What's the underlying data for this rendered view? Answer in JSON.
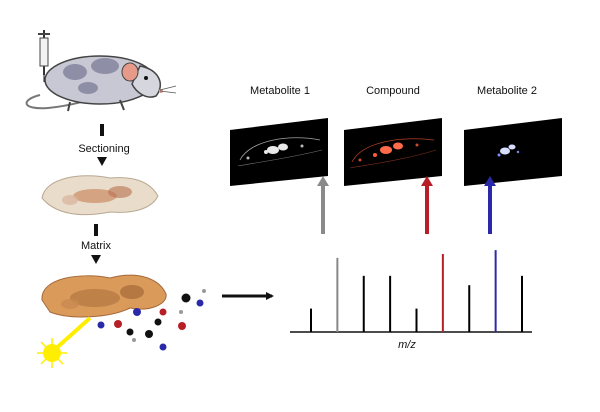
{
  "workflow": {
    "step_sectioning": "Sectioning",
    "step_matrix": "Matrix"
  },
  "images": {
    "metabolite_1": {
      "title": "Metabolite 1",
      "glow": "#e8e8e8"
    },
    "compound": {
      "title": "Compound",
      "glow": "#ff5a3a"
    },
    "metabolite_2": {
      "title": "Metabolite 2",
      "glow": "#7d8cff"
    }
  },
  "spectrum": {
    "axis_label": "m/z",
    "peaks": [
      {
        "id": "p1",
        "mz": 1,
        "intensity": 0.3,
        "color": "#000000"
      },
      {
        "id": "p2",
        "mz": 2,
        "intensity": 0.95,
        "color": "#888888",
        "link": "metabolite_1"
      },
      {
        "id": "p3",
        "mz": 3,
        "intensity": 0.72,
        "color": "#000000"
      },
      {
        "id": "p4",
        "mz": 4,
        "intensity": 0.72,
        "color": "#000000"
      },
      {
        "id": "p5",
        "mz": 5,
        "intensity": 0.3,
        "color": "#000000"
      },
      {
        "id": "p6",
        "mz": 6,
        "intensity": 1.0,
        "color": "#b51f25",
        "link": "compound"
      },
      {
        "id": "p7",
        "mz": 7,
        "intensity": 0.6,
        "color": "#000000"
      },
      {
        "id": "p8",
        "mz": 8,
        "intensity": 1.05,
        "color": "#2a2aa8",
        "link": "metabolite_2"
      },
      {
        "id": "p9",
        "mz": 9,
        "intensity": 0.72,
        "color": "#000000"
      }
    ]
  },
  "colors": {
    "gray_arrow": "#8a8a8a",
    "red_arrow": "#b51f25",
    "blue_arrow": "#2a2aa8",
    "laser": "#ffee00",
    "tissue_stained": "#d99a5a",
    "tissue_section": "#e9dccb"
  }
}
